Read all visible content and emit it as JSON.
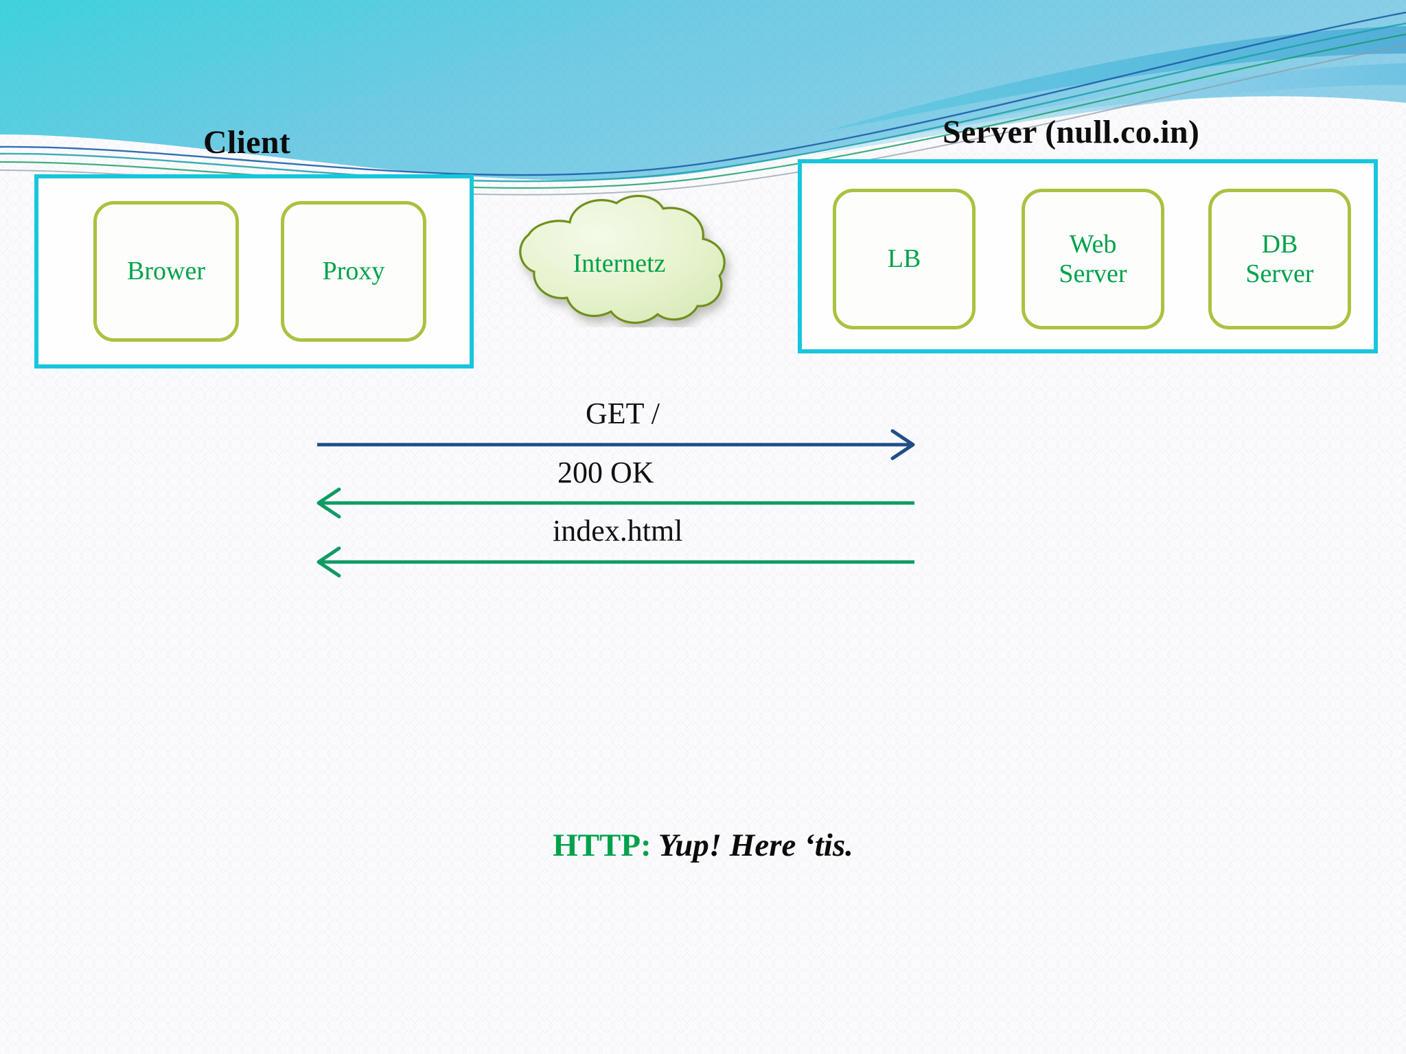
{
  "slide": {
    "background_style": "teal-cyan-ribbon-wave",
    "colors": {
      "wave_cyan": "#3ed2de",
      "wave_blue": "#79c4e8",
      "wave_band_dark": "#5ab6dc",
      "group_border_cyan": "#17c6dd",
      "node_border_olive": "#a9c241",
      "node_text_green": "#00a14b",
      "cloud_outline": "#6f8f1e",
      "cloud_fill": "#e4f0c9",
      "arrow_request_blue": "#1f4e89",
      "arrow_response_green": "#0f9b63",
      "title_black": "#0d0d0d"
    }
  },
  "client": {
    "title": "Client",
    "nodes": [
      {
        "id": "brower",
        "label": "Brower"
      },
      {
        "id": "proxy",
        "label": "Proxy"
      }
    ]
  },
  "network": {
    "cloud_label": "Internetz"
  },
  "server": {
    "title": "Server (null.co.in)",
    "nodes": [
      {
        "id": "lb",
        "line1": "LB",
        "line2": ""
      },
      {
        "id": "web",
        "line1": "Web",
        "line2": "Server"
      },
      {
        "id": "db",
        "line1": "DB",
        "line2": "Server"
      }
    ]
  },
  "messages": [
    {
      "id": "request",
      "label": "GET /",
      "direction": "right",
      "color": "#1f4e89"
    },
    {
      "id": "status",
      "label": "200 OK",
      "direction": "left",
      "color": "#0f9b63"
    },
    {
      "id": "payload",
      "label": "index.html",
      "direction": "left",
      "color": "#0f9b63"
    }
  ],
  "caption": {
    "key": "HTTP:",
    "value": "Yup! Here ‘tis."
  }
}
